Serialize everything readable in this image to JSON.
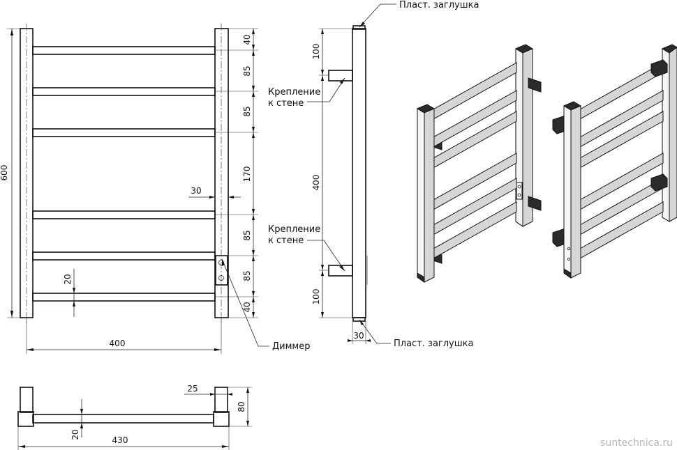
{
  "labels": {
    "plug_top": "Пласт. заглушка",
    "plug_bottom": "Пласт. заглушка",
    "mount_top_l1": "Крепление",
    "mount_top_l2": "к стене",
    "mount_bottom_l1": "Крепление",
    "mount_bottom_l2": "к стене",
    "dimmer": "Диммер"
  },
  "front_view": {
    "height": "600",
    "width": "400",
    "gap": "30",
    "bar": "20",
    "spacings": [
      "40",
      "85",
      "85",
      "170",
      "85",
      "85",
      "40"
    ]
  },
  "side_view": {
    "top": "100",
    "middle": "400",
    "bottom": "100",
    "depth": "30"
  },
  "top_view": {
    "post": "25",
    "depth": "80",
    "bar": "20",
    "overall": "430"
  },
  "watermark": "suntechnica.ru"
}
